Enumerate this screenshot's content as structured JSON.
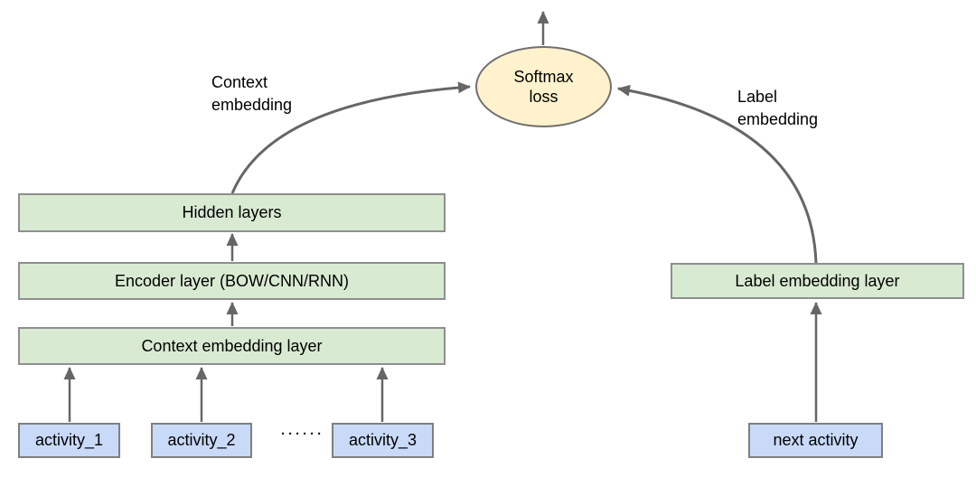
{
  "diagram": {
    "title_hint": "context/label embedding architecture with softmax loss",
    "colors": {
      "layer_fill": "#d9ead3",
      "input_fill": "#c9daf8",
      "loss_fill": "#fff2cc",
      "box_border": "#8e8e8e",
      "arrow": "#666666",
      "text": "#000000",
      "background": "#ffffff"
    },
    "nodes": {
      "softmax": "Softmax\nloss",
      "hidden": "Hidden layers",
      "encoder": "Encoder layer (BOW/CNN/RNN)",
      "context_layer": "Context embedding layer",
      "label_layer": "Label embedding layer",
      "activity_1": "activity_1",
      "activity_2": "activity_2",
      "activity_3": "activity_3",
      "next_activity": "next activity"
    },
    "annotations": {
      "context_embedding": "Context\nembedding",
      "label_embedding": "Label\nembedding",
      "ellipsis": "······"
    },
    "edges": [
      {
        "from": "activity_1",
        "to": "context_layer"
      },
      {
        "from": "activity_2",
        "to": "context_layer"
      },
      {
        "from": "activity_3",
        "to": "context_layer"
      },
      {
        "from": "context_layer",
        "to": "encoder"
      },
      {
        "from": "encoder",
        "to": "hidden"
      },
      {
        "from": "hidden",
        "to": "softmax",
        "label": "Context embedding"
      },
      {
        "from": "next_activity",
        "to": "label_layer"
      },
      {
        "from": "label_layer",
        "to": "softmax",
        "label": "Label embedding"
      },
      {
        "from": "softmax",
        "to": "output"
      }
    ]
  }
}
